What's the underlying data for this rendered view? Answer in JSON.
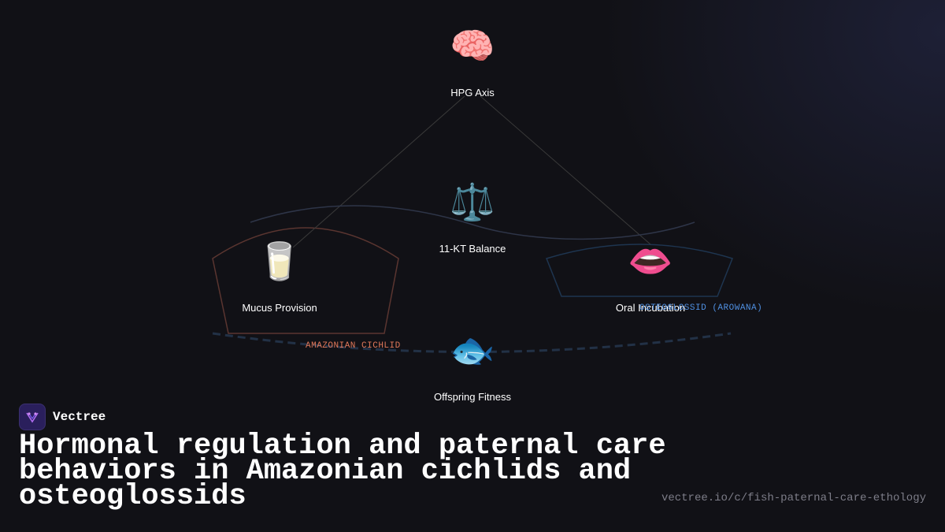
{
  "diagram": {
    "nodes": [
      {
        "id": "hpg",
        "label": "HPG Axis",
        "icon": "brain-icon",
        "emoji": "🧠"
      },
      {
        "id": "kt",
        "label": "11-KT Balance",
        "icon": "balance-scale-icon",
        "emoji": "⚖️"
      },
      {
        "id": "mucus",
        "label": "Mucus Provision",
        "icon": "milk-glass-icon",
        "emoji": "🥛"
      },
      {
        "id": "oral",
        "label": "Oral Incubation",
        "icon": "mouth-icon",
        "emoji": "👄"
      },
      {
        "id": "fitness",
        "label": "Offspring Fitness",
        "icon": "fish-icon",
        "emoji": "🐟"
      }
    ],
    "groups": {
      "cichlid": {
        "label": "AMAZONIAN CICHLID",
        "color": "#e0785a"
      },
      "osteoglossid": {
        "label": "OSTEOGLOSSID (AROWANA)",
        "color": "#4f8fe0"
      }
    }
  },
  "brand": {
    "name": "Vectree",
    "logo_icon": "vectree-logo-icon"
  },
  "title": "Hormonal regulation and paternal care behaviors in Amazonian cichlids and osteoglossids",
  "url": "vectree.io/c/fish-paternal-care-ethology",
  "colors": {
    "background": "#111116",
    "cichlid_accent": "#e0785a",
    "osteoglossid_accent": "#4f8fe0",
    "brand_logo_bg": "#2a1f5c"
  }
}
